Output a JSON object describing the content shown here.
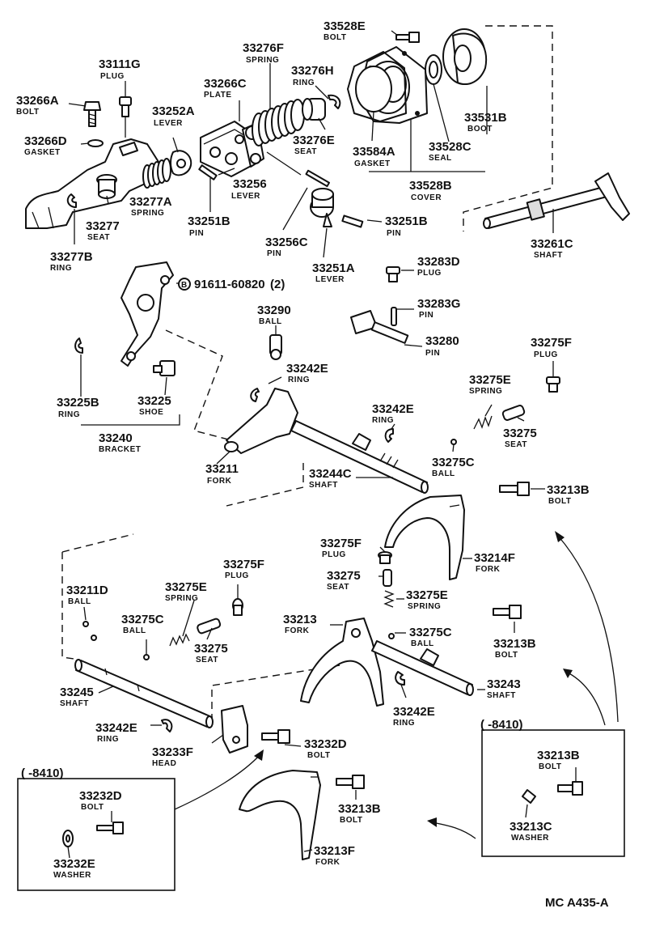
{
  "diagram_code": "MC A435-A",
  "labels": {
    "p33528E": {
      "num": "33528E",
      "name": "BOLT"
    },
    "p33111G": {
      "num": "33111G",
      "name": "PLUG"
    },
    "p33276F": {
      "num": "33276F",
      "name": "SPRING"
    },
    "p33276H": {
      "num": "33276H",
      "name": "RING"
    },
    "p33266A": {
      "num": "33266A",
      "name": "BOLT"
    },
    "p33266C": {
      "num": "33266C",
      "name": "PLATE"
    },
    "p33252A": {
      "num": "33252A",
      "name": "LEVER"
    },
    "p33276E": {
      "num": "33276E",
      "name": "SEAT"
    },
    "p33531B": {
      "num": "33531B",
      "name": "BOOT"
    },
    "p33266D": {
      "num": "33266D",
      "name": "GASKET"
    },
    "p33584A": {
      "num": "33584A",
      "name": "GASKET"
    },
    "p33528C": {
      "num": "33528C",
      "name": "SEAL"
    },
    "p33256": {
      "num": "33256",
      "name": "LEVER"
    },
    "p33277A": {
      "num": "33277A",
      "name": "SPRING"
    },
    "p33528B": {
      "num": "33528B",
      "name": "COVER"
    },
    "p33277": {
      "num": "33277",
      "name": "SEAT"
    },
    "p33251B_a": {
      "num": "33251B",
      "name": "PIN"
    },
    "p33251B_b": {
      "num": "33251B",
      "name": "PIN"
    },
    "p33256C": {
      "num": "33256C",
      "name": "PIN"
    },
    "p33261C": {
      "num": "33261C",
      "name": "SHAFT"
    },
    "p33277B": {
      "num": "33277B",
      "name": "RING"
    },
    "p33283D": {
      "num": "33283D",
      "name": "PLUG"
    },
    "p33251A": {
      "num": "33251A",
      "name": "LEVER"
    },
    "p33290": {
      "num": "33290",
      "name": "BALL"
    },
    "p33283G": {
      "num": "33283G",
      "name": "PIN"
    },
    "p33280": {
      "num": "33280",
      "name": "PIN"
    },
    "p33275F_a": {
      "num": "33275F",
      "name": "PLUG"
    },
    "p33242E_a": {
      "num": "33242E",
      "name": "RING"
    },
    "p33275E_a": {
      "num": "33275E",
      "name": "SPRING"
    },
    "p33225B": {
      "num": "33225B",
      "name": "RING"
    },
    "p33225": {
      "num": "33225",
      "name": "SHOE"
    },
    "p33242E_b": {
      "num": "33242E",
      "name": "RING"
    },
    "p33275_a": {
      "num": "33275",
      "name": "SEAT"
    },
    "p33240": {
      "num": "33240",
      "name": "BRACKET"
    },
    "p33275C_a": {
      "num": "33275C",
      "name": "BALL"
    },
    "p33211": {
      "num": "33211",
      "name": "FORK"
    },
    "p33244C": {
      "num": "33244C",
      "name": "SHAFT"
    },
    "p33213B_a": {
      "num": "33213B",
      "name": "BOLT"
    },
    "p33275F_b": {
      "num": "33275F",
      "name": "PLUG"
    },
    "p33214F": {
      "num": "33214F",
      "name": "FORK"
    },
    "p33275_b": {
      "num": "33275",
      "name": "SEAT"
    },
    "p33275E_b": {
      "num": "33275E",
      "name": "SPRING"
    },
    "p33211D": {
      "num": "33211D",
      "name": "BALL"
    },
    "p33275F_c": {
      "num": "33275F",
      "name": "PLUG"
    },
    "p33275E_c": {
      "num": "33275E",
      "name": "SPRING"
    },
    "p33213": {
      "num": "33213",
      "name": "FORK"
    },
    "p33275C_b": {
      "num": "33275C",
      "name": "BALL"
    },
    "p33275C_c": {
      "num": "33275C",
      "name": "BALL"
    },
    "p33213B_b": {
      "num": "33213B",
      "name": "BOLT"
    },
    "p33275_c": {
      "num": "33275",
      "name": "SEAT"
    },
    "p33243": {
      "num": "33243",
      "name": "SHAFT"
    },
    "p33245": {
      "num": "33245",
      "name": "SHAFT"
    },
    "p33242E_c": {
      "num": "33242E",
      "name": "RING"
    },
    "p33242E_d": {
      "num": "33242E",
      "name": "RING"
    },
    "p33233F": {
      "num": "33233F",
      "name": "HEAD"
    },
    "p33232D_a": {
      "num": "33232D",
      "name": "BOLT"
    },
    "p33213B_c": {
      "num": "33213B",
      "name": "BOLT"
    },
    "p33213B_d": {
      "num": "33213B",
      "name": "BOLT"
    },
    "p33232D_b": {
      "num": "33232D",
      "name": "BOLT"
    },
    "p33213C": {
      "num": "33213C",
      "name": "WASHER"
    },
    "p33232E": {
      "num": "33232E",
      "name": "WASHER"
    },
    "p33213F": {
      "num": "33213F",
      "name": "FORK"
    }
  },
  "std_bolt": {
    "marker": "B",
    "num": "91611-60820",
    "qty": "(2)"
  },
  "inset_left": {
    "caption": "(    -8410)"
  },
  "inset_right": {
    "caption": "(    -8410)"
  }
}
